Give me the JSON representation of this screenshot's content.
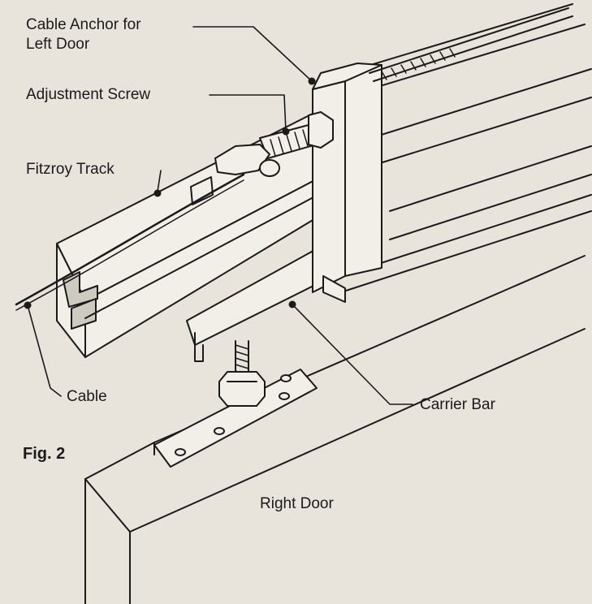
{
  "figure": {
    "label": "Fig. 2",
    "labels": {
      "cable_anchor_line1": "Cable Anchor for",
      "cable_anchor_line2": "Left Door",
      "adjustment_screw": "Adjustment Screw",
      "fitzroy_track": "Fitzroy Track",
      "cable": "Cable",
      "carrier_bar": "Carrier Bar",
      "right_door": "Right Door"
    },
    "colors": {
      "background": "#e8e4dc",
      "line": "#1a1a1a",
      "fill": "#f2efe8",
      "shade": "#cfcac0"
    }
  }
}
